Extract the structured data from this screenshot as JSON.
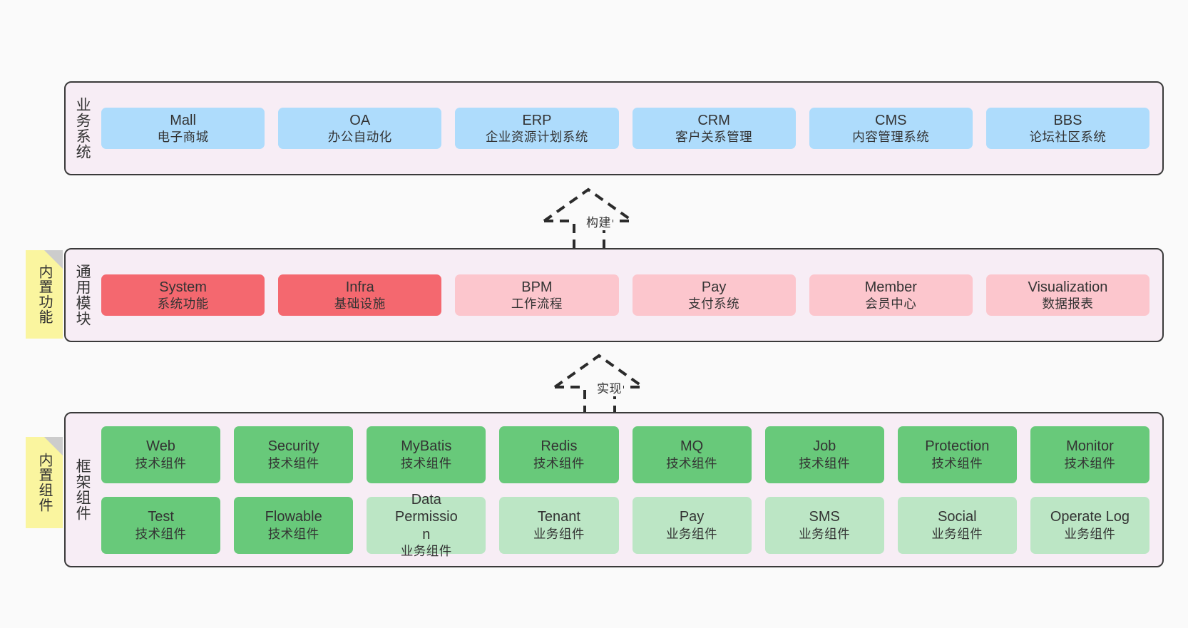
{
  "diagram": {
    "title": "Layered architecture diagram",
    "background_color": "#fafafa"
  },
  "colors": {
    "layer_background": "#f7edf5",
    "layer_border": "#3a3a3a",
    "business_card": "#aedcfc",
    "module_primary": "#f4686f",
    "module_secondary": "#fcc6cd",
    "tech_component": "#68c97a",
    "business_component": "#bce6c5",
    "sticky_note": "#faf59f",
    "sticky_fold": "#cccccc"
  },
  "layers": [
    {
      "id": "business-systems",
      "title": "业务系统",
      "rows": [
        {
          "cards": [
            {
              "en": "Mall",
              "cn": "电子商城",
              "style": "c-blue"
            },
            {
              "en": "OA",
              "cn": "办公自动化",
              "style": "c-blue"
            },
            {
              "en": "ERP",
              "cn": "企业资源计划系统",
              "style": "c-blue"
            },
            {
              "en": "CRM",
              "cn": "客户关系管理",
              "style": "c-blue"
            },
            {
              "en": "CMS",
              "cn": "内容管理系统",
              "style": "c-blue"
            },
            {
              "en": "BBS",
              "cn": "论坛社区系统",
              "style": "c-blue"
            }
          ]
        }
      ]
    },
    {
      "id": "common-modules",
      "title": "通用模块",
      "note": "内置功能",
      "rows": [
        {
          "cards": [
            {
              "en": "System",
              "cn": "系统功能",
              "style": "c-red"
            },
            {
              "en": "Infra",
              "cn": "基础设施",
              "style": "c-red"
            },
            {
              "en": "BPM",
              "cn": "工作流程",
              "style": "c-pink"
            },
            {
              "en": "Pay",
              "cn": "支付系统",
              "style": "c-pink"
            },
            {
              "en": "Member",
              "cn": "会员中心",
              "style": "c-pink"
            },
            {
              "en": "Visualization",
              "cn": "数据报表",
              "style": "c-pink"
            }
          ]
        }
      ]
    },
    {
      "id": "framework-components",
      "title": "框架组件",
      "note": "内置组件",
      "rows": [
        {
          "cards": [
            {
              "en": "Web",
              "cn": "技术组件",
              "style": "c-green"
            },
            {
              "en": "Security",
              "cn": "技术组件",
              "style": "c-green"
            },
            {
              "en": "MyBatis",
              "cn": "技术组件",
              "style": "c-green"
            },
            {
              "en": "Redis",
              "cn": "技术组件",
              "style": "c-green"
            },
            {
              "en": "MQ",
              "cn": "技术组件",
              "style": "c-green"
            },
            {
              "en": "Job",
              "cn": "技术组件",
              "style": "c-green"
            },
            {
              "en": "Protection",
              "cn": "技术组件",
              "style": "c-green"
            },
            {
              "en": "Monitor",
              "cn": "技术组件",
              "style": "c-green"
            }
          ]
        },
        {
          "cards": [
            {
              "en": "Test",
              "cn": "技术组件",
              "style": "c-green"
            },
            {
              "en": "Flowable",
              "cn": "技术组件",
              "style": "c-green"
            },
            {
              "en": "Data Permission",
              "cn": "业务组件",
              "style": "c-lgreen"
            },
            {
              "en": "Tenant",
              "cn": "业务组件",
              "style": "c-lgreen"
            },
            {
              "en": "Pay",
              "cn": "业务组件",
              "style": "c-lgreen"
            },
            {
              "en": "SMS",
              "cn": "业务组件",
              "style": "c-lgreen"
            },
            {
              "en": "Social",
              "cn": "业务组件",
              "style": "c-lgreen"
            },
            {
              "en": "Operate Log",
              "cn": "业务组件",
              "style": "c-lgreen"
            }
          ]
        }
      ]
    }
  ],
  "connectors": [
    {
      "id": "build",
      "label": "构建",
      "style": "dashed-realization"
    },
    {
      "id": "implement",
      "label": "实现",
      "style": "dashed-realization"
    }
  ]
}
